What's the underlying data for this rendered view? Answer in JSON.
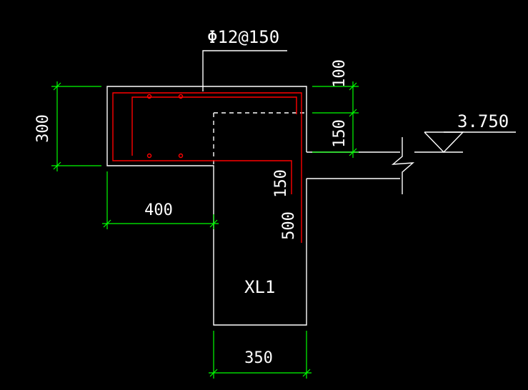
{
  "colors": {
    "background": "#000000",
    "outline": "#ffffff",
    "dimension": "#00ff00",
    "rebar": "#ff0000"
  },
  "labels": {
    "rebar_spec": "Φ12@150",
    "elevation": "3.750",
    "beam_mark": "XL1"
  },
  "dimensions": {
    "left_height": "300",
    "top_thickness": "100",
    "step_height": "150",
    "width_left": "400",
    "width_bottom": "350",
    "rebar_hook": "150",
    "rebar_anchor": "500"
  }
}
